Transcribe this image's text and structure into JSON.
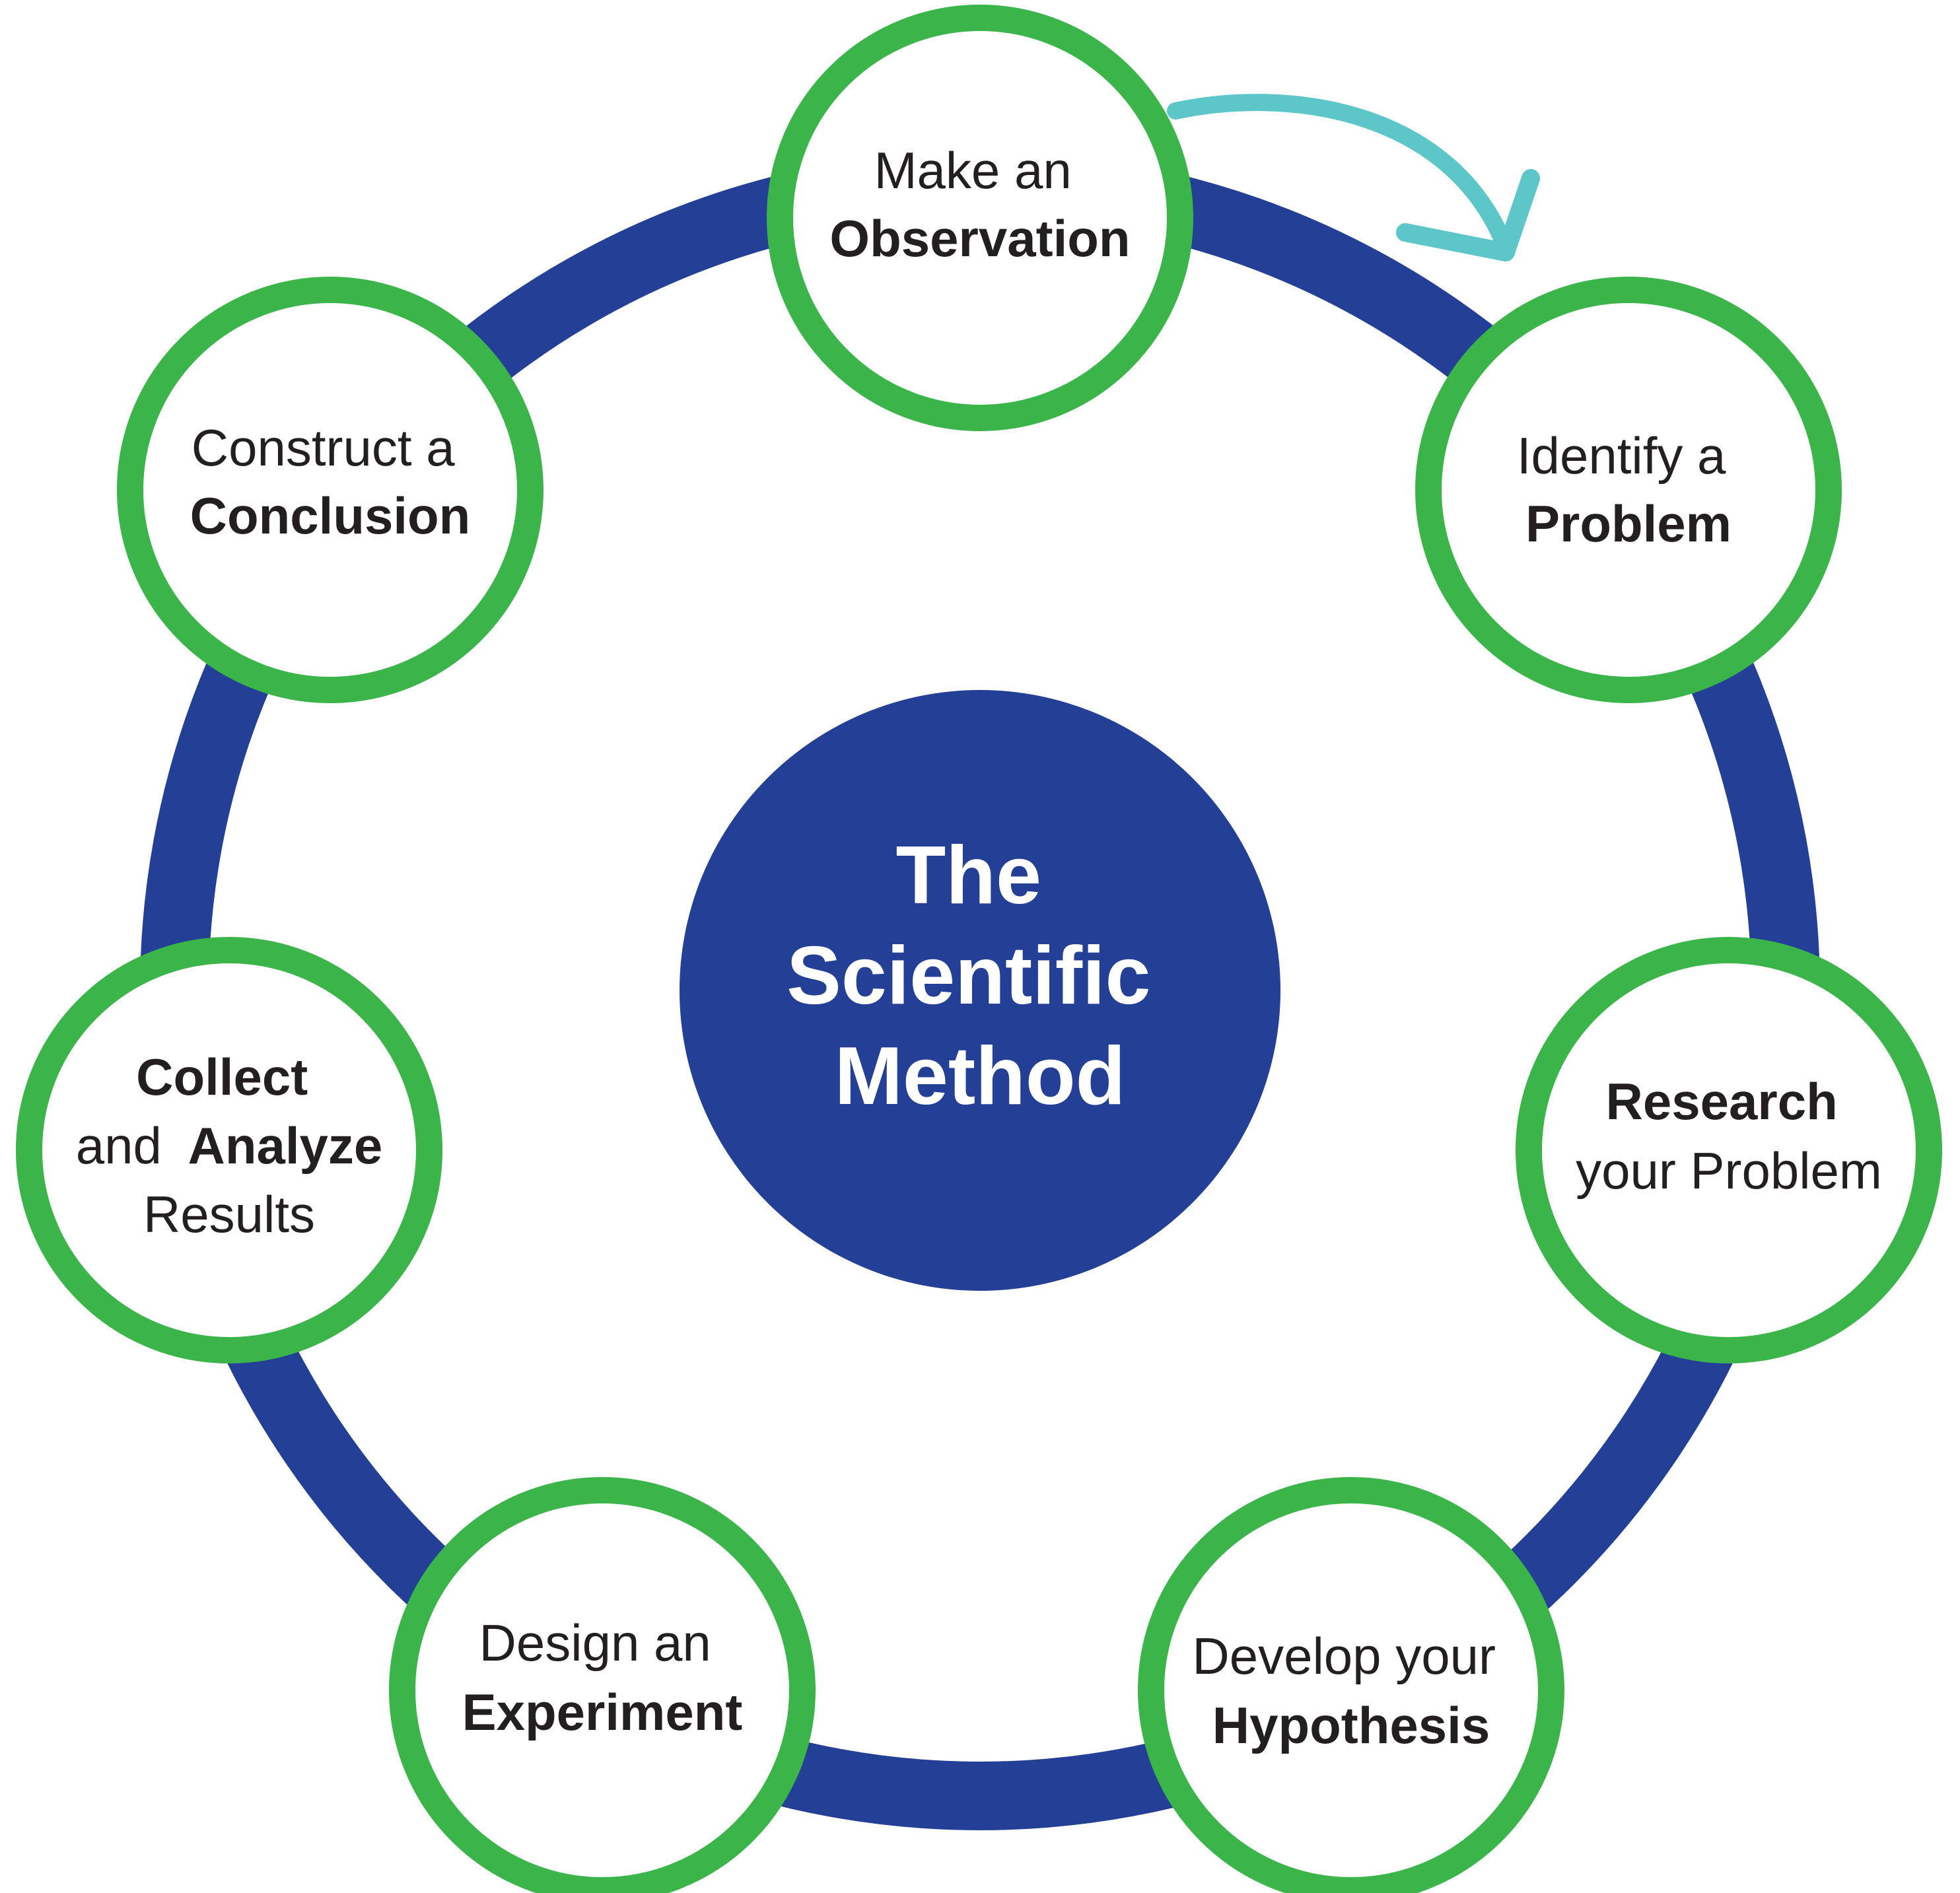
{
  "colors": {
    "ring": "#233f96",
    "node_border": "#3bb44a",
    "node_fill": "#ffffff",
    "center_fill": "#233f96",
    "center_text": "#ffffff",
    "arrow": "#5cc6c9",
    "text": "#231f20"
  },
  "center": {
    "line1": "The",
    "line2": "Scientific",
    "line3": "Method"
  },
  "steps": {
    "observation": {
      "line1": "Make an",
      "line2_bold": "Observation"
    },
    "problem": {
      "line1": "Identify a",
      "line2_bold": "Problem"
    },
    "research": {
      "line1_bold": "Research",
      "line2": "your Problem"
    },
    "hypothesis": {
      "line1": "Develop your",
      "line2_bold": "Hypothesis"
    },
    "experiment": {
      "line1": "Design an",
      "line2_bold": "Experiment"
    },
    "analyze": {
      "line1_bold": "Collect",
      "line2_pre": "and ",
      "line2_bold": "Analyze",
      "line3": "Results"
    },
    "conclusion": {
      "line1": "Construct a",
      "line2_bold": "Conclusion"
    }
  }
}
